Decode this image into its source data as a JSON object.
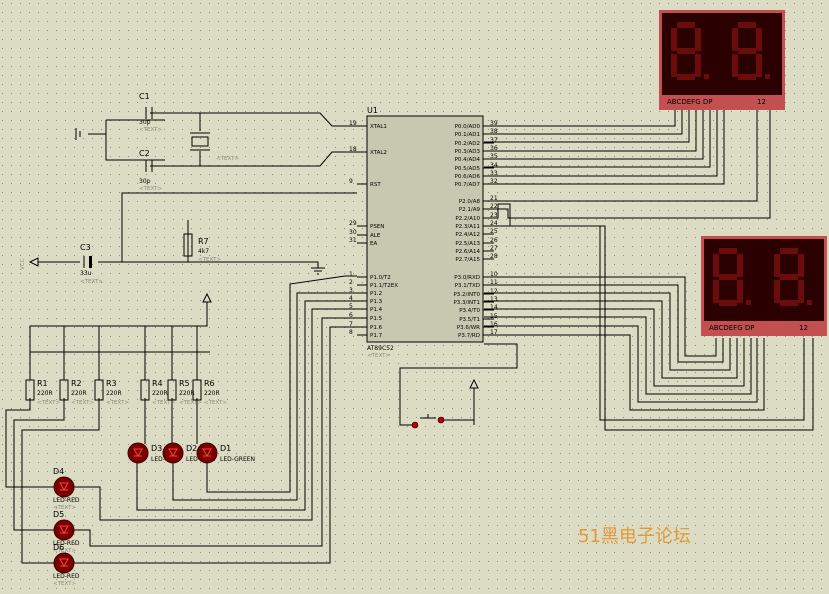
{
  "colors": {
    "background": "#dcdcc4",
    "grid_dot": "#8c8c78",
    "wire": "#000000",
    "chip_fill": "#c8c8b0",
    "display_frame": "#c25050",
    "display_face": "#2a0000",
    "segment": "#6a0c0c",
    "led_fill": "#7a0000",
    "watermark": "#e09a3c"
  },
  "mcu": {
    "ref": "U1",
    "part": "AT89C52",
    "text": "<TEXT>",
    "left_pins": [
      {
        "num": "19",
        "label": "XTAL1"
      },
      {
        "num": "18",
        "label": "XTAL2"
      },
      {
        "num": "9",
        "label": "RST"
      },
      {
        "num": "29",
        "label": "PSEN"
      },
      {
        "num": "30",
        "label": "ALE"
      },
      {
        "num": "31",
        "label": "EA"
      },
      {
        "num": "1",
        "label": "P1.0/T2"
      },
      {
        "num": "2",
        "label": "P1.1/T2EX"
      },
      {
        "num": "3",
        "label": "P1.2"
      },
      {
        "num": "4",
        "label": "P1.3"
      },
      {
        "num": "5",
        "label": "P1.4"
      },
      {
        "num": "6",
        "label": "P1.5"
      },
      {
        "num": "7",
        "label": "P1.6"
      },
      {
        "num": "8",
        "label": "P1.7"
      }
    ],
    "right_pins": [
      {
        "num": "39",
        "label": "P0.0/AD0"
      },
      {
        "num": "38",
        "label": "P0.1/AD1"
      },
      {
        "num": "37",
        "label": "P0.2/AD2"
      },
      {
        "num": "36",
        "label": "P0.3/AD3"
      },
      {
        "num": "35",
        "label": "P0.4/AD4"
      },
      {
        "num": "34",
        "label": "P0.5/AD5"
      },
      {
        "num": "33",
        "label": "P0.6/AD6"
      },
      {
        "num": "32",
        "label": "P0.7/AD7"
      },
      {
        "num": "21",
        "label": "P2.0/A8"
      },
      {
        "num": "22",
        "label": "P2.1/A9"
      },
      {
        "num": "23",
        "label": "P2.2/A10"
      },
      {
        "num": "24",
        "label": "P2.3/A11"
      },
      {
        "num": "25",
        "label": "P2.4/A12"
      },
      {
        "num": "26",
        "label": "P2.5/A13"
      },
      {
        "num": "27",
        "label": "P2.6/A14"
      },
      {
        "num": "28",
        "label": "P2.7/A15"
      },
      {
        "num": "10",
        "label": "P3.0/RXD"
      },
      {
        "num": "11",
        "label": "P3.1/TXD"
      },
      {
        "num": "12",
        "label": "P3.2/INT0"
      },
      {
        "num": "13",
        "label": "P3.3/INT1"
      },
      {
        "num": "14",
        "label": "P3.4/T0"
      },
      {
        "num": "15",
        "label": "P3.5/T1"
      },
      {
        "num": "16",
        "label": "P3.6/WR"
      },
      {
        "num": "17",
        "label": "P3.7/RD"
      }
    ]
  },
  "displays": [
    {
      "pins": "ABCDEFG  DP",
      "digits": "12"
    },
    {
      "pins": "ABCDEFG  DP",
      "digits": "12"
    }
  ],
  "capacitors": [
    {
      "ref": "C1",
      "value": "30p",
      "text": "<TEXT>"
    },
    {
      "ref": "C2",
      "value": "30p",
      "text": "<TEXT>"
    },
    {
      "ref": "C3",
      "value": "33u",
      "text": "<TEXT>"
    }
  ],
  "r7": {
    "ref": "R7",
    "value": "4k7",
    "text": "<TEXT>"
  },
  "vcc_label": "VCC",
  "resistors": [
    {
      "ref": "R1",
      "value": "220R",
      "text": "<TEXT>"
    },
    {
      "ref": "R2",
      "value": "220R",
      "text": "<TEXT>"
    },
    {
      "ref": "R3",
      "value": "220R",
      "text": "<TEXT>"
    },
    {
      "ref": "R4",
      "value": "220R",
      "text": "<TEXT>"
    },
    {
      "ref": "R5",
      "value": "220R",
      "text": "<TEXT>"
    },
    {
      "ref": "R6",
      "value": "220R",
      "text": "<TEXT>"
    }
  ],
  "leds_top": [
    {
      "ref": "D3",
      "value": "LED-RED"
    },
    {
      "ref": "D2",
      "value": "LED-BLUE"
    },
    {
      "ref": "D1",
      "value": "LED-GREEN"
    }
  ],
  "leds_left": [
    {
      "ref": "D4",
      "value": "LED-RED",
      "text": "<TEXT>"
    },
    {
      "ref": "D5",
      "value": "LED-RED",
      "text": "<TEXT>"
    },
    {
      "ref": "D6",
      "value": "LED-RED",
      "text": "<TEXT>"
    }
  ],
  "watermark": "51黑电子论坛"
}
